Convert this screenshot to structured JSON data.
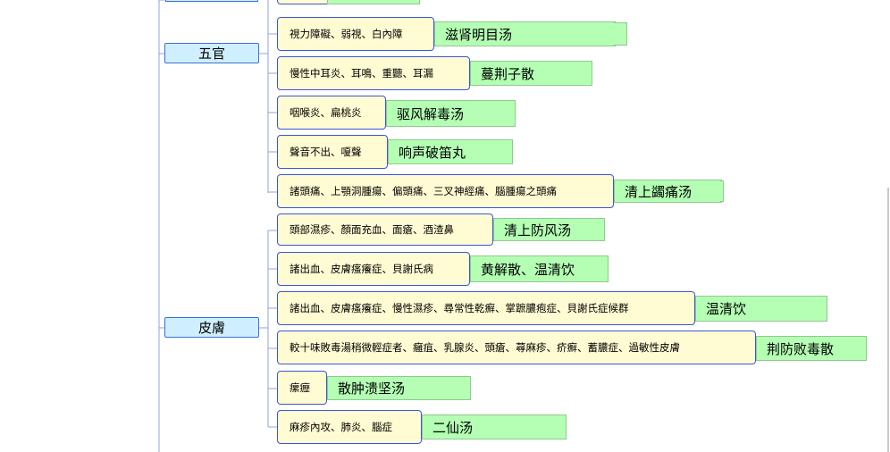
{
  "categories": [
    {
      "id": "wuguan",
      "label": "五官"
    },
    {
      "id": "pifu",
      "label": "皮膚"
    }
  ],
  "rows": [
    {
      "symptoms": "視力障礙、弱視、白內障",
      "formula": "滋肾明目汤"
    },
    {
      "symptoms": "慢性中耳炎、耳鳴、重聽、耳漏",
      "formula": "蔓荆子散"
    },
    {
      "symptoms": "咽喉炎、扁桃炎",
      "formula": "驱风解毒汤"
    },
    {
      "symptoms": "聲音不出、嗄聲",
      "formula": "响声破笛丸"
    },
    {
      "symptoms": "諸頭痛、上顎洞腫瘍、偏頭痛、三叉神經痛、腦腫瘍之頭痛",
      "formula": "清上蠲痛汤"
    },
    {
      "symptoms": "頭部濕疹、顏面充血、面瘡、酒渣鼻",
      "formula": "清上防风汤"
    },
    {
      "symptoms": "諸出血、皮膚瘙癢症、貝謝氏病",
      "formula": "黄解散、温清饮"
    },
    {
      "symptoms": "諸出血、皮膚瘙癢症、慢性濕疹、尋常性乾癬、掌蹠膿疱症、貝謝氏症候群",
      "formula": "温清饮"
    },
    {
      "symptoms": "較十味敗毒湯稍微輕症者、癰疽、乳腺炎、頭瘡、蕁麻疹、疥癬、蓄膿症、過敏性皮膚",
      "formula": "荆防败毒散"
    },
    {
      "symptoms": "瘰癧",
      "formula": "散肿溃坚汤"
    },
    {
      "symptoms": "麻疹內攻、肺炎、腦症",
      "formula": "二仙汤"
    }
  ]
}
